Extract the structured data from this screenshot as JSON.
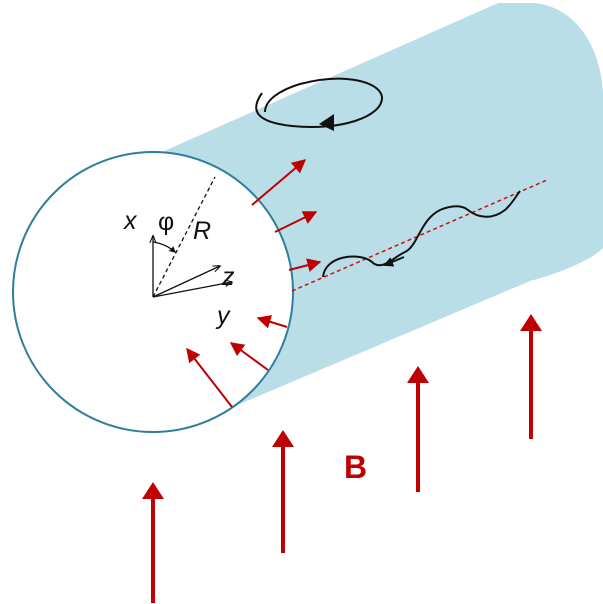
{
  "labels": {
    "x_axis": "x",
    "y_axis": "y",
    "z_axis": "z",
    "angle": "φ",
    "radius": "R",
    "field": "B"
  },
  "colors": {
    "cylinder_fill": "#b9dee8",
    "face_fill": "#ffffff",
    "face_stroke": "#2e7f99",
    "field_arrow": "#c00000",
    "radial_arrow": "#c00000",
    "axis_line": "#d01010",
    "ink": "#111111"
  },
  "icons": {
    "rotation": "circular-rotation-arrow-icon",
    "trajectory": "helical-particle-trajectory-icon"
  }
}
